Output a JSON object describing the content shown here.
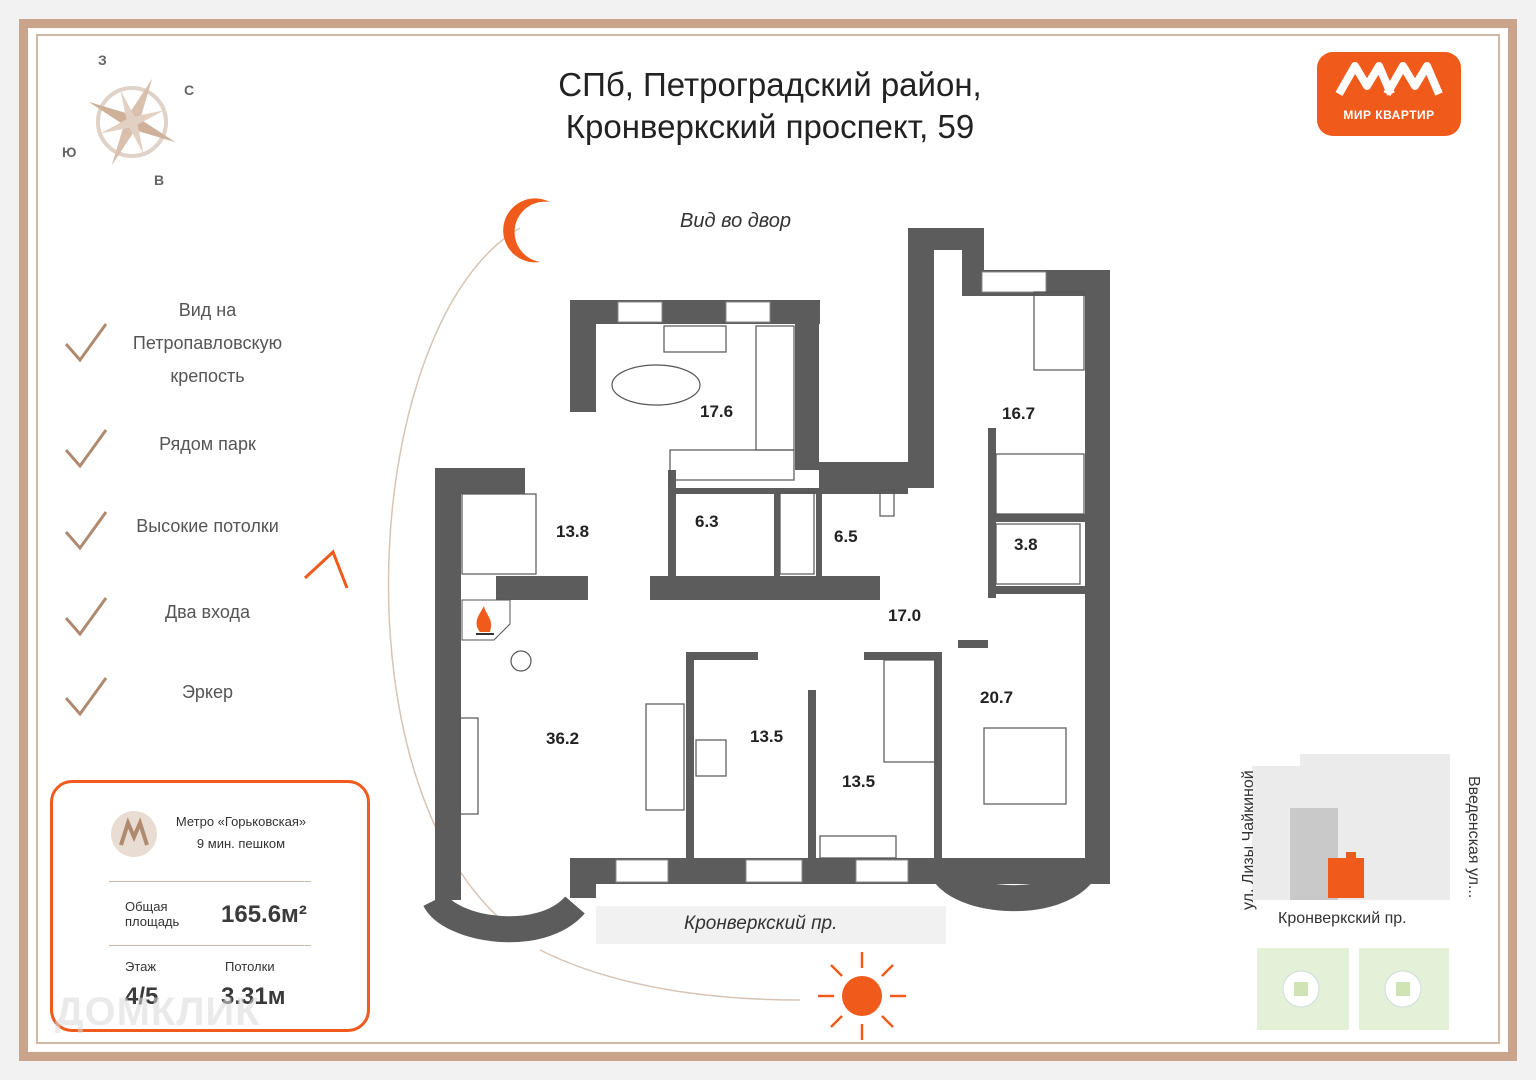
{
  "header": {
    "title_line1": "СПб, Петроградский район,",
    "title_line2": "Кронверкский проспект, 59"
  },
  "logo": {
    "text": "МИР КВАРТИР",
    "color": "#f05a1a"
  },
  "compass": {
    "north": "С",
    "south": "Ю",
    "west": "З",
    "east": "В"
  },
  "features": [
    {
      "label": "Вид на Петропавловскую крепость"
    },
    {
      "label": "Рядом парк"
    },
    {
      "label": "Высокие потолки"
    },
    {
      "label": "Два входа"
    },
    {
      "label": "Эркер"
    }
  ],
  "info": {
    "metro": "Метро «Горьковская»",
    "walk": "9 мин. пешком",
    "area_label": "Общая площадь",
    "area_value": "165.6м²",
    "floor_label": "Этаж",
    "floor_value": "4/5",
    "ceiling_label": "Потолки",
    "ceiling_value": "3.31м"
  },
  "plan": {
    "view_label": "Вид во двор",
    "street_label": "Кронверкский пр.",
    "rooms": [
      "17.6",
      "16.7",
      "13.8",
      "6.3",
      "6.5",
      "3.8",
      "17.0",
      "36.2",
      "13.5",
      "13.5",
      "20.7"
    ]
  },
  "minimap": {
    "street_left": "ул. Лизы Чайкиной",
    "street_right": "Введенская ул...",
    "street_bottom": "Кронверкский пр."
  },
  "watermark": "ДОМКЛИК",
  "colors": {
    "accent": "#f05a1a",
    "wall": "#5c5c5c",
    "frame": "#c9a48a"
  }
}
